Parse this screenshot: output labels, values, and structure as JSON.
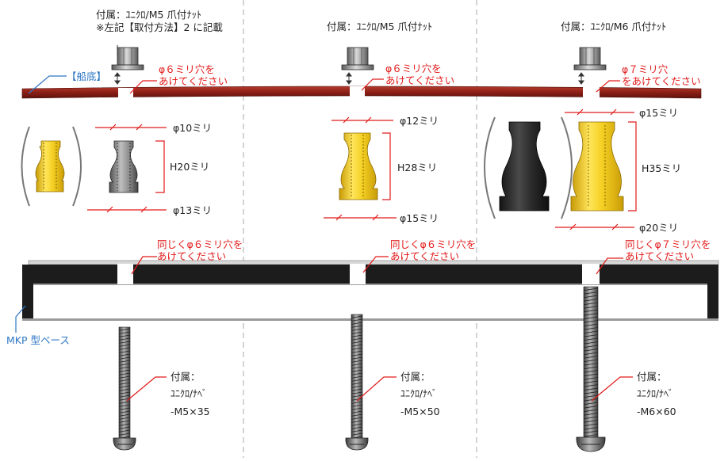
{
  "columns": [
    {
      "nut_label": "付属：ﾕﾆｸﾛ/M5 爪付ﾅｯﾄ",
      "nut_note": "※左記【取付方法】2 に記載",
      "hole_label": [
        "φ６ミリ穴を",
        "あけてください"
      ],
      "top_dim": "φ10ミリ",
      "height_dim": "H20ミリ",
      "bottom_dim": "φ13ミリ",
      "base_hole_label": [
        "同じくφ６ミリ穴を",
        "あけてください"
      ],
      "screw_label": [
        "付属：",
        "ﾕﾆｸﾛ/ﾅﾍﾞ",
        "-M5×35"
      ]
    },
    {
      "nut_label": "付属：ﾕﾆｸﾛ/M5 爪付ﾅｯﾄ",
      "hole_label": [
        "φ６ミリ穴を",
        "あけてください"
      ],
      "top_dim": "φ12ミリ",
      "height_dim": "H28ミリ",
      "bottom_dim": "φ15ミリ",
      "base_hole_label": [
        "同じくφ６ミリ穴を",
        "あけてください"
      ],
      "screw_label": [
        "付属：",
        "ﾕﾆｸﾛ/ﾅﾍﾞ",
        "-M5×50"
      ]
    },
    {
      "nut_label": "付属：ﾕﾆｸﾛ/M6 爪付ﾅｯﾄ",
      "hole_label": [
        "φ７ミリ穴",
        "をあけてください"
      ],
      "top_dim": "φ15ミリ",
      "height_dim": "H35ミリ",
      "bottom_dim": "φ20ミリ",
      "base_hole_label": [
        "同じくφ７ミリ穴を",
        "あけてください"
      ],
      "screw_label": [
        "付属：",
        "ﾕﾆｸﾛ/ﾅﾍﾞ",
        "-M6×60"
      ]
    }
  ],
  "hull_label": "【船底】",
  "base_label": "MKP 型ベース",
  "colors": {
    "hull": "#8c1f16",
    "accent_red": "#e21a1a",
    "label_blue": "#2f78c4",
    "brass": "#e9c21c",
    "black_rubber": "#2b2b2b",
    "base_frame": "#1c1c1c",
    "separator": "#a9a9a9"
  }
}
